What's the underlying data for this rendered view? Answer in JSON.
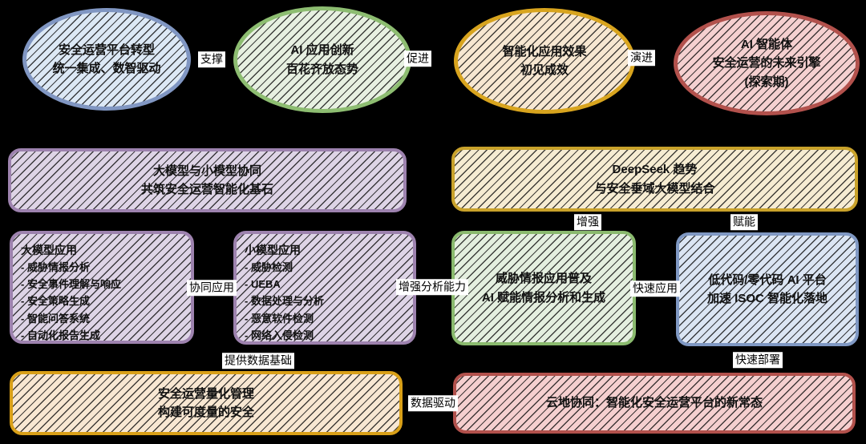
{
  "diagram": {
    "stages": [
      {
        "lines": [
          "安全运营平台转型",
          "统一集成、数智驱动"
        ]
      },
      {
        "lines": [
          "AI 应用创新",
          "百花齐放态势"
        ]
      },
      {
        "lines": [
          "智能化应用效果",
          "初见成效"
        ]
      },
      {
        "lines": [
          "AI 智能体",
          "安全运营的未来引擎",
          "(探索期)"
        ]
      }
    ],
    "arrow_labels": {
      "support": "支撑",
      "promote": "促进",
      "evolve": "演进",
      "enhance": "增强",
      "empower": "赋能",
      "synergy_app": "协同应用",
      "enhance_analysis": "增强分析能力",
      "rapid_app": "快速应用",
      "data_foundation": "提供数据基础",
      "rapid_deploy": "快速部署",
      "data_driven": "数据驱动"
    },
    "band2": {
      "model_synergy": {
        "lines": [
          "大模型与小模型协同",
          "共筑安全运营智能化基石"
        ]
      },
      "deepseek": {
        "lines": [
          "DeepSeek 趋势",
          "与安全垂域大模型结合"
        ]
      }
    },
    "band3": {
      "large_model": {
        "title": "大模型应用",
        "items": [
          "- 威胁情报分析",
          "- 安全事件理解与响应",
          "- 安全策略生成",
          "- 智能问答系统",
          "- 自动化报告生成"
        ]
      },
      "small_model": {
        "title": "小模型应用",
        "items": [
          "- 威胁检测",
          "- UEBA",
          "- 数据处理与分析",
          "- 恶意软件检测",
          "- 网络入侵检测"
        ]
      },
      "threat_intel": {
        "lines": [
          "威胁情报应用普及",
          "AI 赋能情报分析和生成"
        ]
      },
      "low_code": {
        "lines": [
          "低代码/零代码 AI 平台",
          "加速 ISOC 智能化落地"
        ]
      }
    },
    "band4": {
      "quant_mgmt": {
        "lines": [
          "安全运营量化管理",
          "构建可度量的安全"
        ]
      },
      "cloud_synergy": {
        "lines": [
          "云地协同：智能化安全运营平台的新常态"
        ]
      }
    },
    "palette": {
      "background": "#000000",
      "blue_fill": "#dce8f5",
      "blue_border": "#8096c2",
      "green_fill": "#e7f0e1",
      "green_border": "#8dbd71",
      "amber_fill": "#f7e7d1",
      "amber_border": "#d8a41e",
      "red_fill": "#f5d0d0",
      "red_border": "#b2514c",
      "purple_fill": "#ded4e6",
      "purple_border": "#9d82ae",
      "cream_fill": "#f6ecd2",
      "cream_border": "#c9a22b",
      "label_bg": "#ffffff",
      "text": "#111111"
    }
  }
}
